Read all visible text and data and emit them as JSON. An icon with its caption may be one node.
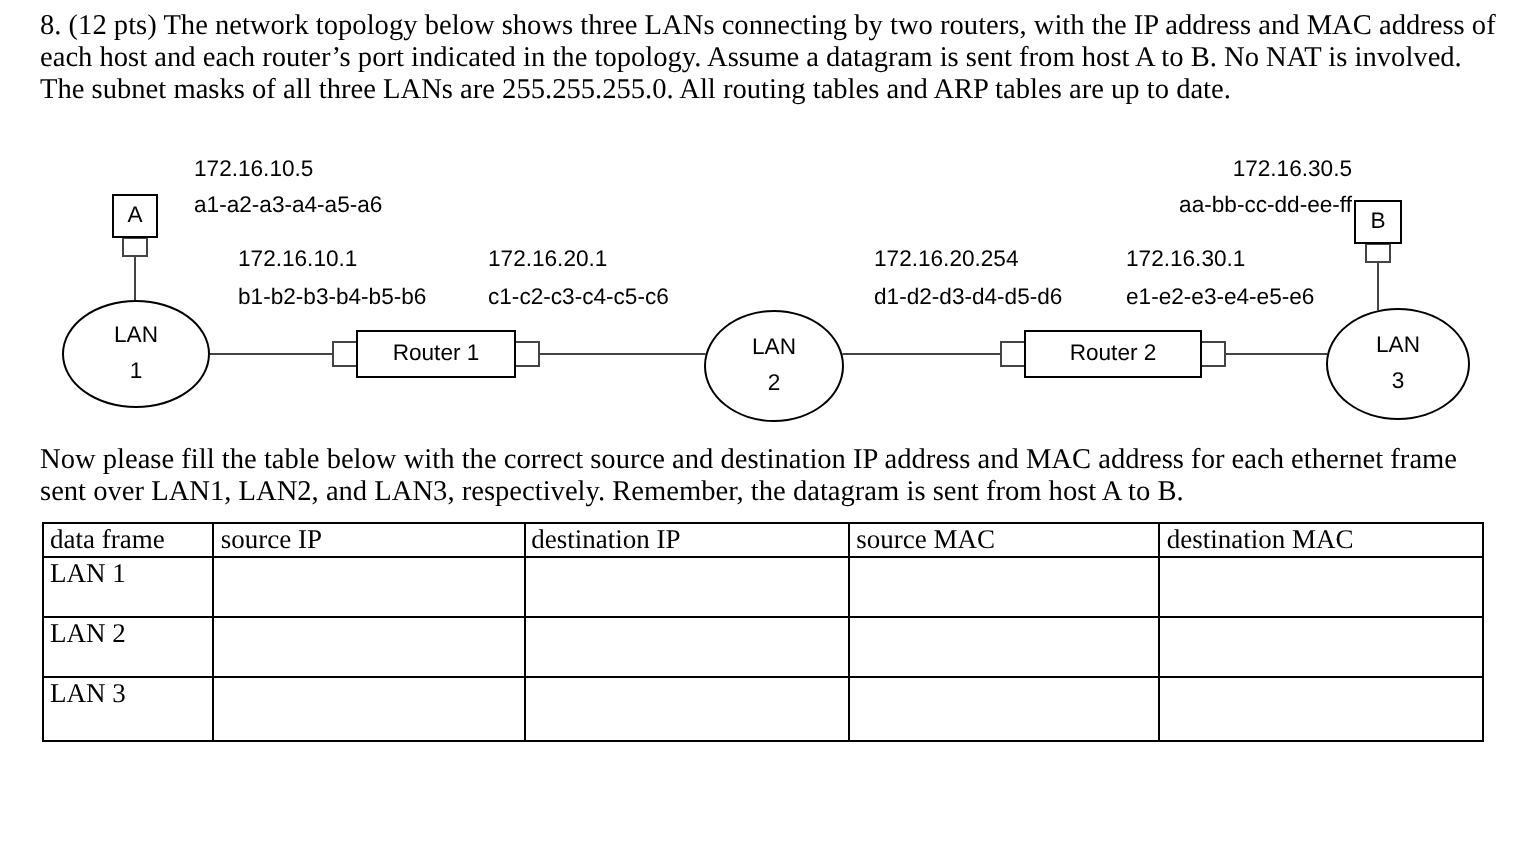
{
  "diagram": {
    "title": "8. (12 pts) The network topology below shows three LANs connecting by two routers, with the IP address and MAC address of each host and each router’s port indicated in the topology. Assume a datagram is sent from host A to B. No NAT is involved. The subnet masks of all three LANs are 255.255.255.0. All routing tables and ARP tables are up to date.",
    "nodes": [
      {
        "text": [
          "A"
        ],
        "beside": [
          "172.16.10.5",
          "a1-a2-a3-a4-a5-a6"
        ]
      },
      {
        "text": [
          "B"
        ],
        "beside": [
          "172.16.30.5",
          "aa-bb-cc-dd-ee-ff"
        ]
      },
      {
        "text": [
          "LAN 1"
        ]
      },
      {
        "text": [
          "Router 1"
        ],
        "beside": [
          "172.16.10.1",
          "b1-b2-b3-b4-b5-b6",
          "172.16.20.1",
          "c1-c2-c3-c4-c5-c6"
        ]
      },
      {
        "text": [
          "LAN 2"
        ]
      },
      {
        "text": [
          "Router 2"
        ],
        "beside": [
          "172.16.20.254",
          "d1-d2-d3-d4-d5-d6",
          "172.16.30.1",
          "e1-e2-e3-e4-e5-e6"
        ]
      },
      {
        "text": [
          "LAN 3"
        ]
      }
    ],
    "edges": [
      {
        "from": 0,
        "to": 2,
        "arrow": "none"
      },
      {
        "from": 2,
        "to": 3,
        "arrow": "none"
      },
      {
        "from": 3,
        "to": 4,
        "arrow": "none"
      },
      {
        "from": 4,
        "to": 5,
        "arrow": "none"
      },
      {
        "from": 5,
        "to": 6,
        "arrow": "none"
      },
      {
        "from": 1,
        "to": 6,
        "arrow": "none"
      }
    ],
    "labels": [
      "Now please fill the table below with the correct source and destination IP address and MAC address for each ethernet frame sent over LAN1, LAN2, and LAN3, respectively. Remember, the datagram is sent from host A to B.",
      "data frame",
      "source IP",
      "destination IP",
      "source MAC",
      "destination MAC",
      "LAN 1",
      "LAN 2",
      "LAN 3"
    ]
  }
}
